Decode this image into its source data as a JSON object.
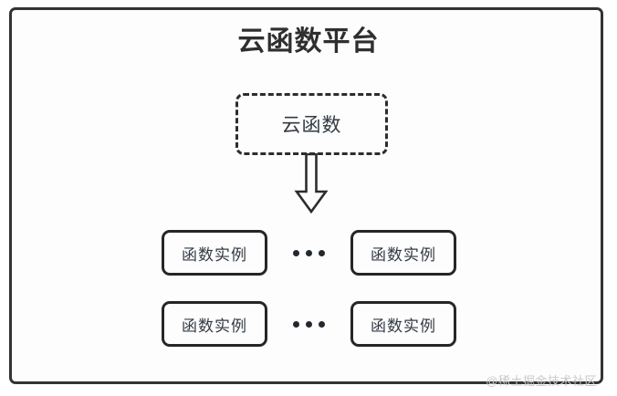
{
  "diagram": {
    "title": "云函数平台",
    "frame": {
      "border_color": "#333333",
      "background_color": "#fdfdfd"
    },
    "cloud_function": {
      "label": "云函数",
      "border_style": "dashed",
      "border_color": "#2d2d2d"
    },
    "arrow": {
      "name": "down-block-arrow",
      "direction": "down",
      "style": "hollow-outline",
      "stroke_color": "#2d2d2d",
      "fill_color": "#fdfdfd"
    },
    "instance_rows": [
      {
        "left_label": "函数实例",
        "ellipsis": "•••",
        "right_label": "函数实例"
      },
      {
        "left_label": "函数实例",
        "ellipsis": "•••",
        "right_label": "函数实例"
      }
    ],
    "watermark": "@稀土掘金技术社区"
  }
}
